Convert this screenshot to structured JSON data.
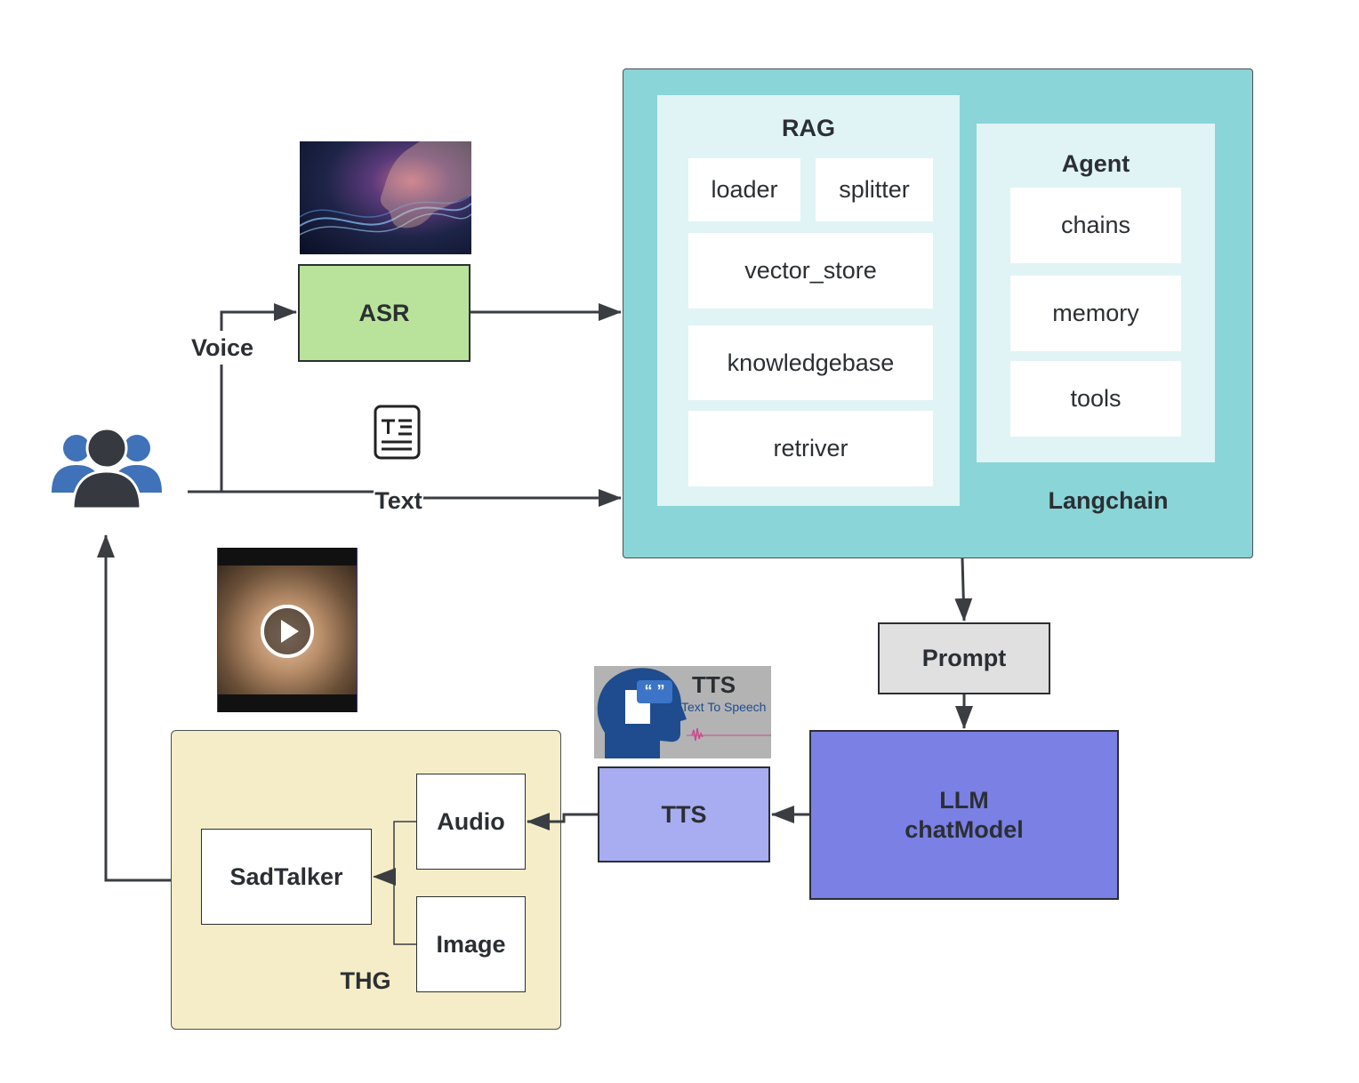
{
  "langchain": {
    "label": "Langchain",
    "rag": {
      "title": "RAG",
      "items": [
        "loader",
        "splitter",
        "vector_store",
        "knowledgebase",
        "retriver"
      ]
    },
    "agent": {
      "title": "Agent",
      "items": [
        "chains",
        "memory",
        "tools"
      ]
    }
  },
  "asr": {
    "label": "ASR"
  },
  "prompt": {
    "label": "Prompt"
  },
  "llm": {
    "line1": "LLM",
    "line2": "chatModel"
  },
  "tts": {
    "label": "TTS"
  },
  "tts_logo": {
    "title": "TTS",
    "subtitle": "Text To Speech"
  },
  "thg": {
    "label": "THG",
    "sadtalker": "SadTalker",
    "audio": "Audio",
    "image": "Image"
  },
  "edges": {
    "voice": "Voice",
    "text": "Text"
  },
  "icons": [
    "users-icon",
    "text-document-icon",
    "play-icon",
    "quote-icon"
  ],
  "colors": {
    "langchain_bg": "#8ad5d7",
    "panel_bg": "#e0f4f5",
    "asr": "#b9e39a",
    "prompt": "#e0e0e0",
    "llm": "#7b80e4",
    "tts": "#a8acf0",
    "thg": "#f5edc7",
    "users": "#3f72b8"
  }
}
